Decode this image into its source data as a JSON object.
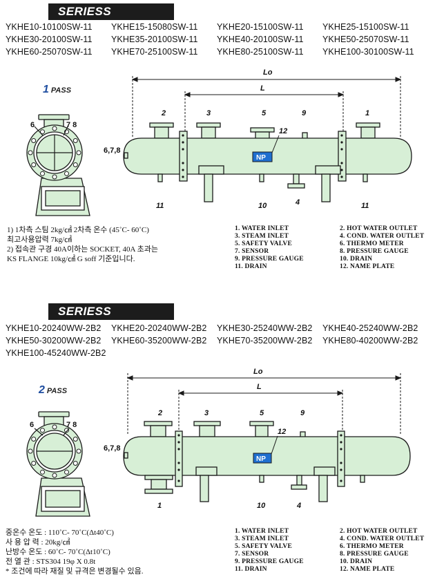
{
  "section1": {
    "banner": "SERIESS",
    "models": [
      [
        "YKHE10-10100SW-11",
        "YKHE15-15080SW-11",
        "YKHE20-15100SW-11",
        "YKHE25-15100SW-11"
      ],
      [
        "YKHE30-20100SW-11",
        "YKHE35-20100SW-11",
        "YKHE40-20100SW-11",
        "YKHE50-25070SW-11"
      ],
      [
        "YKHE60-25070SW-11",
        "YKHE70-25100SW-11",
        "YKHE80-25100SW-11",
        "YKHE100-30100SW-11"
      ]
    ],
    "pass_number": "1",
    "pass_label": "PASS",
    "dim_lo": "Lo",
    "dim_l": "L",
    "nameplate": "NP",
    "callouts": {
      "n1": "1",
      "n2": "2",
      "n3": "3",
      "n4": "4",
      "n5": "5",
      "n6": "6",
      "n78": "7 8",
      "n9": "9",
      "n10": "10",
      "n11a": "11",
      "n11b": "11",
      "n12": "12",
      "n678": "6,7,8"
    },
    "notes": [
      "1) 1차측 스팀 2kg/㎠ 2차측 온수 (45˚C- 60˚C)",
      "    최고사용압력 7kg/㎠",
      "2) 접속관 구경 40A이하는 SOCKET, 40A 초과는",
      "    KS FLANGE 10kg/㎠ G soff 기준입니다."
    ]
  },
  "legend_left": [
    "1.  WATER INLET",
    "3.  STEAM INLET",
    "5.  SAFETY VALVE",
    "7.  SENSOR",
    "9.  PRESSURE GAUGE",
    "11. DRAIN"
  ],
  "legend_right": [
    "2.  HOT WATER OUTLET",
    "4.  COND. WATER OUTLET",
    "6.  THERMO METER",
    "8.  PRESSURE GAUGE",
    "10. DRAIN",
    "12. NAME PLATE"
  ],
  "section2": {
    "banner": "SERIESS",
    "models": [
      [
        "YKHE10-20240WW-2B2",
        "YKHE20-20240WW-2B2",
        "YKHE30-25240WW-2B2",
        "YKHE40-25240WW-2B2"
      ],
      [
        "YKHE50-30200WW-2B2",
        "YKHE60-35200WW-2B2",
        "YKHE70-35200WW-2B2",
        "YKHE80-40200WW-2B2"
      ],
      [
        "YKHE100-45240WW-2B2",
        "",
        "",
        ""
      ]
    ],
    "pass_number": "2",
    "pass_label": "PASS",
    "dim_lo": "Lo",
    "dim_l": "L",
    "nameplate": "NP",
    "callouts": {
      "n1": "1",
      "n2": "2",
      "n3": "3",
      "n4": "4",
      "n5": "5",
      "n6": "6",
      "n78": "7 8",
      "n9": "9",
      "n10": "10",
      "n12": "12",
      "n678": "6,7,8"
    },
    "notes": [
      "중온수 온도 : 110˚C- 70˚C(Δt40˚C)",
      "사 용 압 력  : 20kg/㎠",
      "난방수 온도 : 60˚C- 70˚C(Δt10˚C)",
      "전 열 관 : STS304 19φ X 0.8t",
      "* 조건에 따라 재질 및 규격은 변경될수 있음."
    ]
  },
  "colors": {
    "vessel": "#d7efd6",
    "outline": "#1a1a1a",
    "banner": "#1c1c1c",
    "pass": "#1f4ea0",
    "nameplate": "#1f6fd0"
  }
}
